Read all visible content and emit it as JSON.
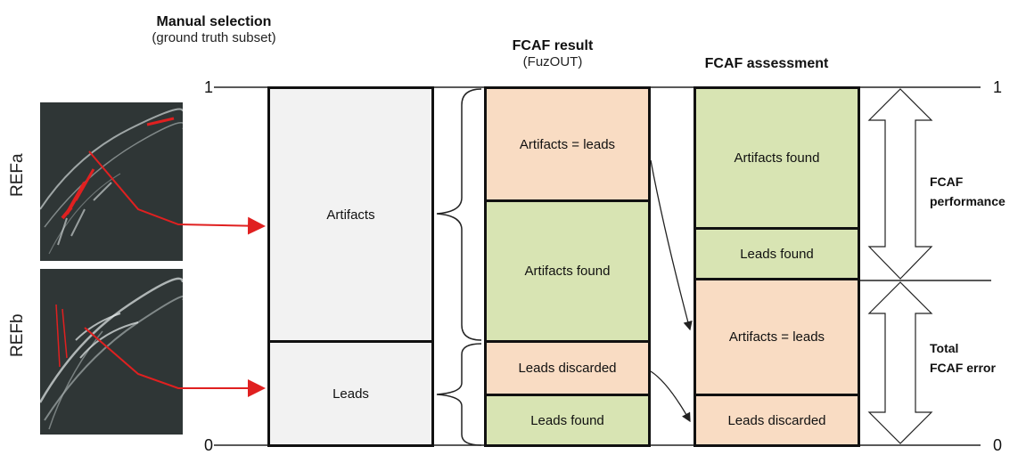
{
  "headers": {
    "manual_title": "Manual selection",
    "manual_sub": "(ground truth subset)",
    "result_title": "FCAF result",
    "result_sub": "(FuzOUT)",
    "assessment_title": "FCAF assessment"
  },
  "ticks": {
    "left_top": "1",
    "left_bottom": "0",
    "right_top": "1",
    "right_bottom": "0"
  },
  "refs": {
    "a": "REFa",
    "b": "REFb"
  },
  "manual": {
    "artifacts": "Artifacts",
    "leads": "Leads"
  },
  "result": {
    "artifacts_eq_leads": "Artifacts = leads",
    "artifacts_found": "Artifacts found",
    "leads_discarded": "Leads discarded",
    "leads_found": "Leads found"
  },
  "assessment": {
    "artifacts_found": "Artifacts found",
    "leads_found": "Leads found",
    "artifacts_eq_leads": "Artifacts = leads",
    "leads_discarded": "Leads discarded"
  },
  "side_labels": {
    "performance_line1": "FCAF",
    "performance_line2": "performance",
    "error_line1": "Total",
    "error_line2": "FCAF error"
  },
  "colors": {
    "grey": "#f2f2f2",
    "peach": "#f9dcc3",
    "green": "#d8e4b3",
    "red_arrow": "#e02020"
  }
}
